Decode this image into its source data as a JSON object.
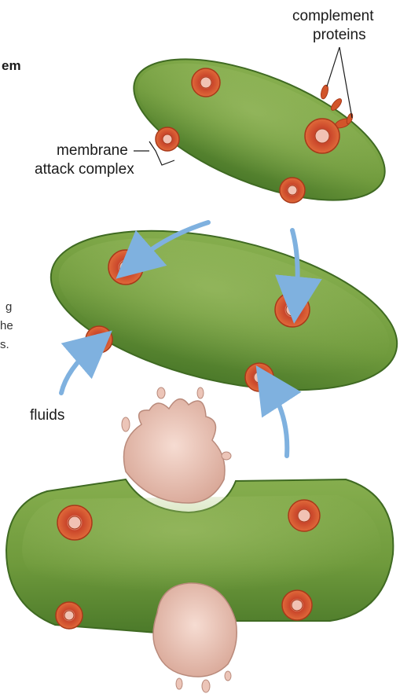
{
  "labels": {
    "complement_proteins_line1": "complement",
    "complement_proteins_line2": "proteins",
    "membrane_line1": "membrane",
    "membrane_line2": "attack complex",
    "fluids": "fluids"
  },
  "cutoff_text": {
    "bold_fragment": "em",
    "side_fragment_1": "g",
    "side_fragment_2": "he",
    "side_fragment_3": "s."
  },
  "colors": {
    "cell_green": "#6f9a3c",
    "cell_green_dark": "#3f6a22",
    "complex_orange": "#d2552a",
    "complex_center": "#f1c2b4",
    "fluid_pink": "#ecc5b8",
    "arrow_blue": "#7fb1df"
  },
  "icons": [
    "bacterium-cell-icon",
    "membrane-attack-complex-icon",
    "fluid-arrow-icon",
    "rupture-burst-icon"
  ]
}
